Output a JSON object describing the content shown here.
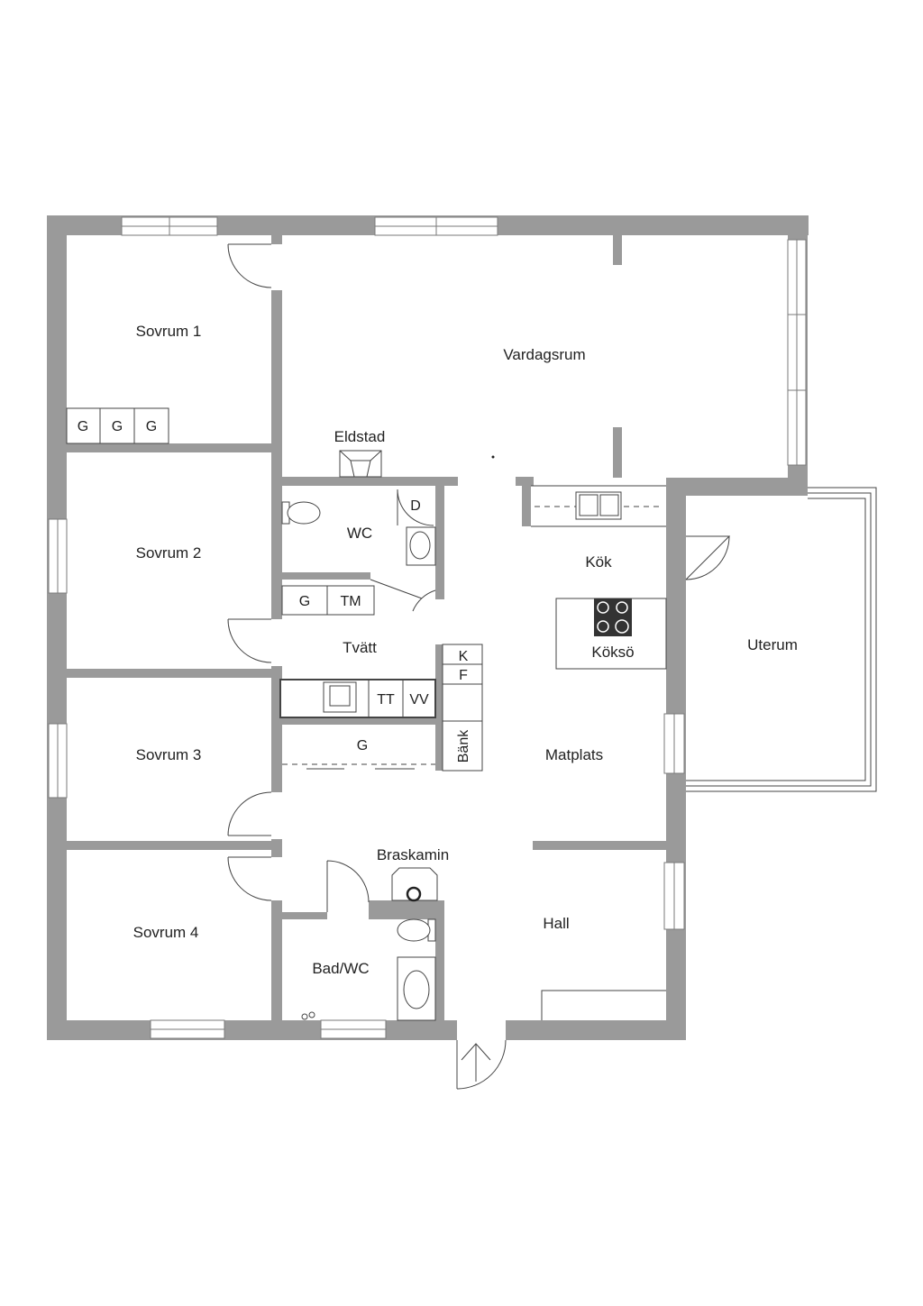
{
  "rooms": {
    "sovrum1": "Sovrum 1",
    "sovrum2": "Sovrum 2",
    "sovrum3": "Sovrum 3",
    "sovrum4": "Sovrum 4",
    "vardagsrum": "Vardagsrum",
    "eldstad": "Eldstad",
    "wc": "WC",
    "kok": "Kök",
    "koksö": "Köksö",
    "uterum": "Uterum",
    "tvatt": "Tvätt",
    "matplats": "Matplats",
    "braskamin": "Braskamin",
    "hall": "Hall",
    "badwc": "Bad/WC"
  },
  "fixtures": {
    "wardrobe": "G",
    "dryer_cabinet": "D",
    "drying_cabinet": "TM",
    "tumble_dryer": "TT",
    "washer": "VV",
    "fridge": "K",
    "freezer": "F",
    "bench": "Bänk"
  },
  "colors": {
    "wall": "#9a9a9a",
    "line": "#444444"
  }
}
